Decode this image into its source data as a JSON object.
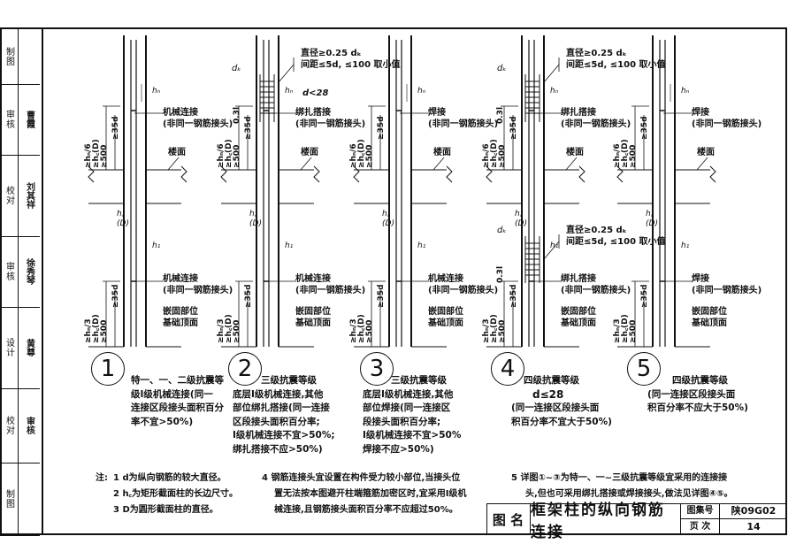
{
  "sidebar": {
    "rows": [
      {
        "role": "制图",
        "value": ""
      },
      {
        "role": "校对",
        "value": "审核"
      },
      {
        "role": "设计",
        "value": "黄尊"
      },
      {
        "role": "审核",
        "value": "徐秀琴"
      },
      {
        "role": "校对",
        "value": "刘其祥"
      },
      {
        "role": "审核",
        "value": "曹霞"
      },
      {
        "role": "制图",
        "value": ""
      }
    ]
  },
  "diagrams": [
    {
      "number": "1",
      "upper_label": [
        "机械连接",
        "(非同一钢筋接头)"
      ],
      "lower_label": [
        "机械连接",
        "(非同一钢筋接头)"
      ],
      "floor": "楼面",
      "base": [
        "嵌固部位",
        "基础顶面"
      ],
      "caption": [
        "特一、一、二级抗震等",
        "级Ⅰ级机械连接(同一",
        "连接区段接头面积百分",
        "率不宜>50%)"
      ]
    },
    {
      "number": "2",
      "upper_label": [
        "d<28",
        "绑扎搭接",
        "(非同一钢筋接头)"
      ],
      "lower_label": [
        "机械连接",
        "(非同一钢筋接头)"
      ],
      "floor": "楼面",
      "base": [
        "嵌固部位",
        "基础顶面"
      ],
      "caption": [
        "三级抗震等级",
        "底层Ⅰ级机械连接,其他",
        "部位绑扎搭接(同一连接",
        "区段接头面积百分率;",
        "Ⅰ级机械连接不宜>50%;",
        "绑扎搭接不应>50%)"
      ]
    },
    {
      "number": "3",
      "upper_label": [
        "焊接",
        "(非同一钢筋接头)"
      ],
      "lower_label": [
        "机械连接",
        "(非同一钢筋接头)"
      ],
      "floor": "楼面",
      "base": [
        "嵌固部位",
        "基础顶面"
      ],
      "caption": [
        "三级抗震等级",
        "底层Ⅰ级机械连接,其他",
        "部位焊接(同一连接区",
        "段接头面积百分率;",
        "Ⅰ级机械连接不宜>50%",
        "焊接不应>50%)"
      ]
    },
    {
      "number": "4",
      "upper_label": [
        "绑扎搭接",
        "(非同一钢筋接头)"
      ],
      "lower_label": [
        "绑扎搭接",
        "(非同一钢筋接头)"
      ],
      "floor": "楼面",
      "base": [
        "嵌固部位",
        "基础顶面"
      ],
      "caption": [
        "四级抗震等级",
        "d≤28",
        "(同一连接区段接头面",
        "积百分率不宜大于50%)"
      ]
    },
    {
      "number": "5",
      "upper_label": [
        "焊接",
        "(非同一钢筋接头)"
      ],
      "lower_label": [
        "焊接",
        "(非同一钢筋接头)"
      ],
      "floor": "楼面",
      "base": [
        "嵌固部位",
        "基础顶面"
      ],
      "caption": [
        "四级抗震等级",
        "(同一连接区段接头面",
        "积百分率不应大于50%)"
      ]
    }
  ],
  "spacing_note": [
    "直径≥0.25 dₖ",
    "间距≤5d, ≤100 取小值"
  ],
  "dims": {
    "upper": [
      "≥hₙ/6",
      "≥h꜀(D)",
      "≥500",
      "≥35d"
    ],
    "lower": [
      "≥hₙ/3",
      "≥h꜀(D)",
      "≥500",
      "≥35d"
    ],
    "h_c": "h꜀",
    "d_paren": "(D)",
    "h_n": "hₙ",
    "h_1": "h₁",
    "ll": "0.3l",
    "dk": "dₖ",
    "d28": "d<28"
  },
  "notes": {
    "head": "注:",
    "n1": "1   d为纵向钢筋的较大直径。",
    "n2": "2   h꜀为矩形截面柱的长边尺寸。",
    "n3": "3   D为圆形截面柱的直径。",
    "n4a": "4   钢筋连接头宜设置在构件受力较小部位,当接头位",
    "n4b": "置无法按本图避开柱端箍筋加密区时,宜采用Ⅰ级机",
    "n4c": "械连接,且钢筋接头面积百分率不应超过50%。",
    "n5a": "5   详图①~③为特一、一~三级抗震等级宜采用的连接接",
    "n5b": "头,但也可采用绑扎搭接或焊接接头,做法见详图④⑤。"
  },
  "titleblock": {
    "title_label": "图  名",
    "title": "框架柱的纵向钢筋连接",
    "atlas_label": "图集号",
    "atlas_no": "陕09G02",
    "page_label": "页  次",
    "page_no": "14"
  }
}
